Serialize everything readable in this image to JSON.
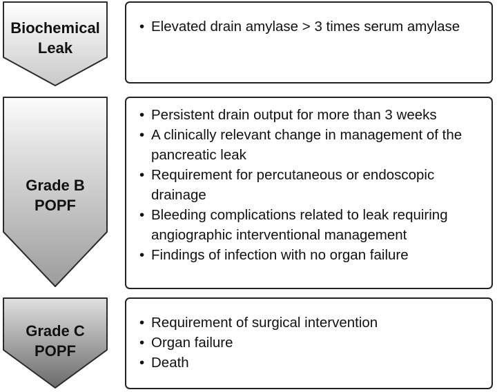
{
  "grades": [
    {
      "label_lines": [
        "Biochemical",
        "Leak"
      ],
      "criteria": [
        "Elevated drain amylase > 3 times serum amylase"
      ]
    },
    {
      "label_lines": [
        "Grade B",
        "POPF"
      ],
      "criteria": [
        "Persistent drain output for more than 3 weeks",
        "A clinically relevant change in management of the pancreatic leak",
        "Requirement for percutaneous or endoscopic drainage",
        "Bleeding complications related to leak requiring angiographic interventional management",
        "Findings of infection with no organ failure"
      ]
    },
    {
      "label_lines": [
        "Grade C",
        "POPF"
      ],
      "criteria": [
        "Requirement of surgical intervention",
        "Organ failure",
        "Death"
      ]
    }
  ],
  "colors": {
    "arrow_light": "#f4f4f4",
    "arrow_mid": "#c2c2c2",
    "arrow_dark": "#7c7c7c",
    "border": "#222222"
  }
}
